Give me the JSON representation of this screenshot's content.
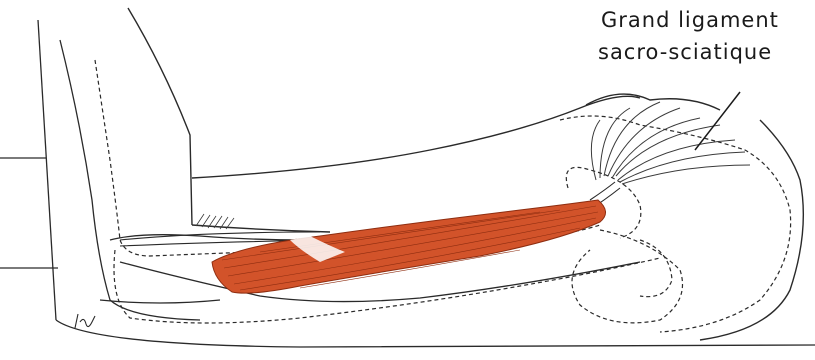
{
  "annotation": {
    "line1": "Grand ligament",
    "line2": "sacro-sciatique"
  },
  "colors": {
    "muscle_fill": "#d2532a",
    "muscle_fiber": "#8e2d10",
    "ink": "#2a2a2a"
  },
  "icons": {
    "signature": "artist-signature-mark"
  }
}
